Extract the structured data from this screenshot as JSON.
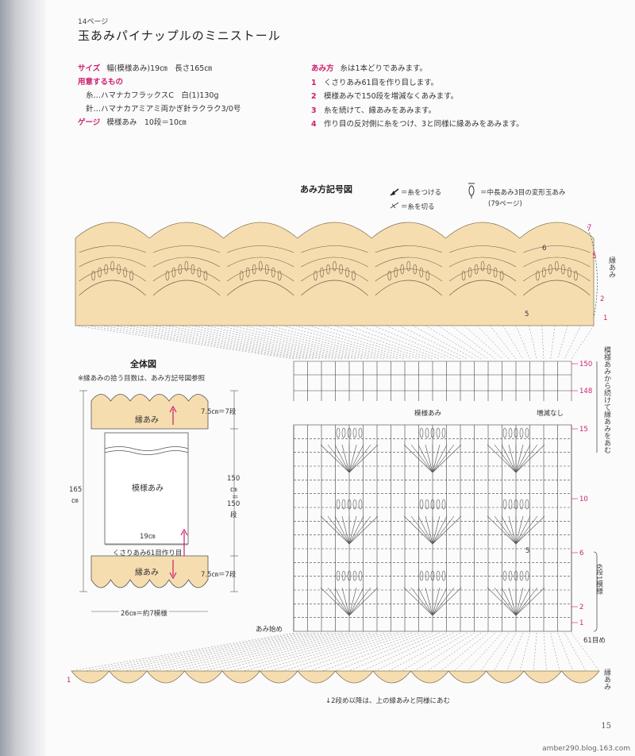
{
  "page": {
    "page_ref": "14ページ",
    "title": "玉あみパイナップルのミニストール",
    "page_number": "15",
    "site": "amber290.blog.163.com"
  },
  "info": {
    "size_label": "サイズ",
    "size_value": "幅(模様あみ)19㎝　長さ165㎝",
    "materials_label": "用意するもの",
    "yarn": "糸…ハマナカフラックスC　白(1)130g",
    "needle": "針…ハマナカアミアミ両かぎ針ラクラク3/0号",
    "gauge_label": "ゲージ",
    "gauge_value": "模様あみ　10段＝10㎝"
  },
  "method": {
    "label": "あみ方",
    "note": "糸は1本どりであみます。",
    "steps": [
      {
        "n": "1",
        "text": "くさりあみ61目を作り目します。"
      },
      {
        "n": "2",
        "text": "模様あみで150段を増減なくあみます。"
      },
      {
        "n": "3",
        "text": "糸を続けて、縁あみをあみます。"
      },
      {
        "n": "4",
        "text": "作り目の反対側に糸をつけ、3と同様に縁あみをあみます。"
      }
    ]
  },
  "legend": {
    "heading": "あみ方記号図",
    "attach": "＝糸をつける",
    "cut": "＝糸を切る",
    "bobble": "＝中長あみ3目の変形玉あみ",
    "bobble_ref": "(79ページ)"
  },
  "overview": {
    "heading": "全体図",
    "note": "※縁あみの拾う目数は、あみ方記号図参照",
    "border_label": "縁あみ",
    "pattern_label": "模様あみ",
    "width_cm": "19㎝",
    "chain_label": "くさりあみ61目作り目",
    "border_height": "7.5㎝＝7段",
    "body_height_1": "150",
    "body_height_2": "㎝",
    "body_height_3": "＝",
    "body_height_4": "150",
    "body_height_5": "段",
    "total_length_1": "165",
    "total_length_2": "㎝",
    "bottom_width": "26㎝＝約7模様"
  },
  "chart": {
    "row_marks_top": [
      "7",
      "5",
      "2",
      "1"
    ],
    "border_text": "縁あみ",
    "row5_inner": "5",
    "row6_inner": "6",
    "body_rows": [
      "150",
      "148",
      "15",
      "10",
      "6",
      "2",
      "1"
    ],
    "side_note": "模様あみから続けて縁あみをあむ",
    "pattern_label": "模様あみ",
    "no_change": "増減なし",
    "repeat_label": "6段1模様",
    "start_label": "あみ始め",
    "start_count": "61目め",
    "row5_body": "5",
    "bottom_row1": "1",
    "bottom_border": "縁あみ",
    "bottom_note": "↓2段め以降は、上の縁あみと同様にあむ"
  },
  "colors": {
    "accent": "#cc1f6e",
    "border_fill": "#f6ddb0",
    "body_line": "#444444"
  }
}
